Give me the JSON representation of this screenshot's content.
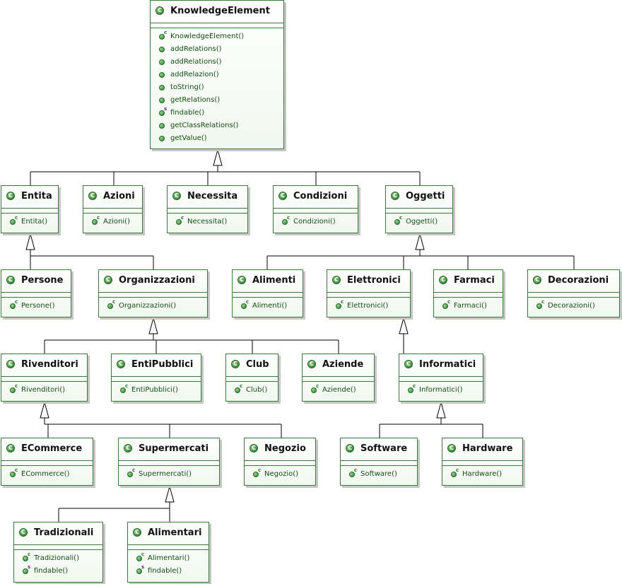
{
  "diagram": {
    "classes": [
      {
        "id": "KnowledgeElement",
        "name": "KnowledgeElement",
        "methods": [
          {
            "name": "KnowledgeElement()",
            "kind": "constructor"
          },
          {
            "name": "addRelations()",
            "kind": "method"
          },
          {
            "name": "addRelations()",
            "kind": "method"
          },
          {
            "name": "addRelazion()",
            "kind": "method"
          },
          {
            "name": "toString()",
            "kind": "method"
          },
          {
            "name": "getRelations()",
            "kind": "method"
          },
          {
            "name": "findable()",
            "kind": "static"
          },
          {
            "name": "getClassRelations()",
            "kind": "method"
          },
          {
            "name": "getValue()",
            "kind": "method"
          }
        ]
      },
      {
        "id": "Entita",
        "name": "Entita",
        "methods": [
          {
            "name": "Entita()",
            "kind": "constructor"
          }
        ]
      },
      {
        "id": "Azioni",
        "name": "Azioni",
        "methods": [
          {
            "name": "Azioni()",
            "kind": "constructor"
          }
        ]
      },
      {
        "id": "Necessita",
        "name": "Necessita",
        "methods": [
          {
            "name": "Necessita()",
            "kind": "constructor"
          }
        ]
      },
      {
        "id": "Condizioni",
        "name": "Condizioni",
        "methods": [
          {
            "name": "Condizioni()",
            "kind": "constructor"
          }
        ]
      },
      {
        "id": "Oggetti",
        "name": "Oggetti",
        "methods": [
          {
            "name": "Oggetti()",
            "kind": "constructor"
          }
        ]
      },
      {
        "id": "Persone",
        "name": "Persone",
        "methods": [
          {
            "name": "Persone()",
            "kind": "constructor"
          }
        ]
      },
      {
        "id": "Organizzazioni",
        "name": "Organizzazioni",
        "methods": [
          {
            "name": "Organizzazioni()",
            "kind": "constructor"
          }
        ]
      },
      {
        "id": "Alimenti",
        "name": "Alimenti",
        "methods": [
          {
            "name": "Alimenti()",
            "kind": "constructor"
          }
        ]
      },
      {
        "id": "Elettronici",
        "name": "Elettronici",
        "methods": [
          {
            "name": "Elettronici()",
            "kind": "constructor"
          }
        ]
      },
      {
        "id": "Farmaci",
        "name": "Farmaci",
        "methods": [
          {
            "name": "Farmaci()",
            "kind": "constructor"
          }
        ]
      },
      {
        "id": "Decorazioni",
        "name": "Decorazioni",
        "methods": [
          {
            "name": "Decorazioni()",
            "kind": "constructor"
          }
        ]
      },
      {
        "id": "Rivenditori",
        "name": "Rivenditori",
        "methods": [
          {
            "name": "Rivenditori()",
            "kind": "constructor"
          }
        ]
      },
      {
        "id": "EntiPubblici",
        "name": "EntiPubblici",
        "methods": [
          {
            "name": "EntiPubblici()",
            "kind": "constructor"
          }
        ]
      },
      {
        "id": "Club",
        "name": "Club",
        "methods": [
          {
            "name": "Club()",
            "kind": "constructor"
          }
        ]
      },
      {
        "id": "Aziende",
        "name": "Aziende",
        "methods": [
          {
            "name": "Aziende()",
            "kind": "constructor"
          }
        ]
      },
      {
        "id": "Informatici",
        "name": "Informatici",
        "methods": [
          {
            "name": "Informatici()",
            "kind": "constructor"
          }
        ]
      },
      {
        "id": "ECommerce",
        "name": "ECommerce",
        "methods": [
          {
            "name": "ECommerce()",
            "kind": "constructor"
          }
        ]
      },
      {
        "id": "Supermercati",
        "name": "Supermercati",
        "methods": [
          {
            "name": "Supermercati()",
            "kind": "constructor"
          }
        ]
      },
      {
        "id": "Negozio",
        "name": "Negozio",
        "methods": [
          {
            "name": "Negozio()",
            "kind": "constructor"
          }
        ]
      },
      {
        "id": "Software",
        "name": "Software",
        "methods": [
          {
            "name": "Software()",
            "kind": "constructor"
          }
        ]
      },
      {
        "id": "Hardware",
        "name": "Hardware",
        "methods": [
          {
            "name": "Hardware()",
            "kind": "constructor"
          }
        ]
      },
      {
        "id": "Tradizionali",
        "name": "Tradizionali",
        "methods": [
          {
            "name": "Tradizionali()",
            "kind": "constructor"
          },
          {
            "name": "findable()",
            "kind": "static"
          }
        ]
      },
      {
        "id": "Alimentari",
        "name": "Alimentari",
        "methods": [
          {
            "name": "Alimentari()",
            "kind": "constructor"
          },
          {
            "name": "findable()",
            "kind": "static"
          }
        ]
      }
    ],
    "inheritance": [
      {
        "parent": "KnowledgeElement",
        "children": [
          "Entita",
          "Azioni",
          "Necessita",
          "Condizioni",
          "Oggetti"
        ]
      },
      {
        "parent": "Entita",
        "children": [
          "Persone",
          "Organizzazioni"
        ]
      },
      {
        "parent": "Oggetti",
        "children": [
          "Alimenti",
          "Elettronici",
          "Farmaci",
          "Decorazioni"
        ]
      },
      {
        "parent": "Organizzazioni",
        "children": [
          "Rivenditori",
          "EntiPubblici",
          "Club",
          "Aziende"
        ]
      },
      {
        "parent": "Elettronici",
        "children": [
          "Informatici"
        ]
      },
      {
        "parent": "Rivenditori",
        "children": [
          "ECommerce",
          "Supermercati",
          "Negozio"
        ]
      },
      {
        "parent": "Informatici",
        "children": [
          "Software",
          "Hardware"
        ]
      },
      {
        "parent": "Supermercati",
        "children": [
          "Tradizionali",
          "Alimentari"
        ]
      }
    ],
    "colors": {
      "border": "#3d7a3d",
      "edge": "#000000",
      "method_text": "#114c11",
      "class_icon": "#3a8a3a",
      "static_marker": "#6a2a8a"
    },
    "icons": {
      "class": "class-icon",
      "constructor": "constructor-icon",
      "method": "public-method-icon",
      "static": "static-method-icon"
    }
  }
}
